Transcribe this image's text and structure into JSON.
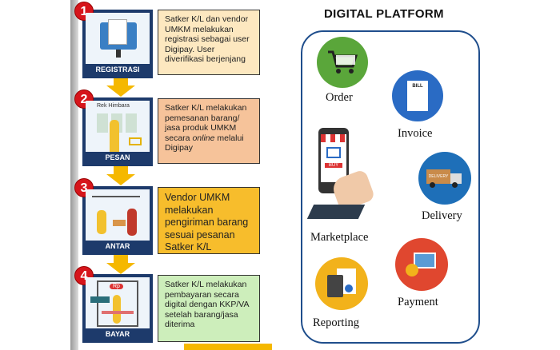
{
  "left_steps": [
    {
      "number": "1",
      "caption": "REGISTRASI",
      "text": "Satker K/L dan vendor UMKM melakukan registrasi sebagai user Digipay. User diverifikasi berjenjang",
      "color": "#fde8c0"
    },
    {
      "number": "2",
      "caption": "PESAN",
      "image_text": "Rek Himbara",
      "text_before": "Satker K/L melakukan pemesanan barang/ jasa produk UMKM secara ",
      "text_em": "online",
      "text_after": " melalui Digipay",
      "color": "#f6c39a"
    },
    {
      "number": "3",
      "caption": "ANTAR",
      "text": "Vendor UMKM melakukan pengiriman barang sesuai pesanan Satker K/L",
      "color": "#f7bd2c"
    },
    {
      "number": "4",
      "caption": "BAYAR",
      "image_text": "Rp",
      "text": "Satker K/L melakukan pembayaran secara digital dengan KKP/VA setelah barang/jasa diterima",
      "color": "#cdeebb"
    }
  ],
  "platform": {
    "title": "DIGITAL PLATFORM",
    "items": {
      "order": "Order",
      "invoice": "Invoice",
      "invoice_icon_text": "BILL",
      "delivery": "Delivery",
      "delivery_icon_text": "DELIVERY",
      "marketplace": "Marketplace",
      "marketplace_icon_text": "BUY",
      "payment": "Payment",
      "reporting": "Reporting"
    }
  }
}
